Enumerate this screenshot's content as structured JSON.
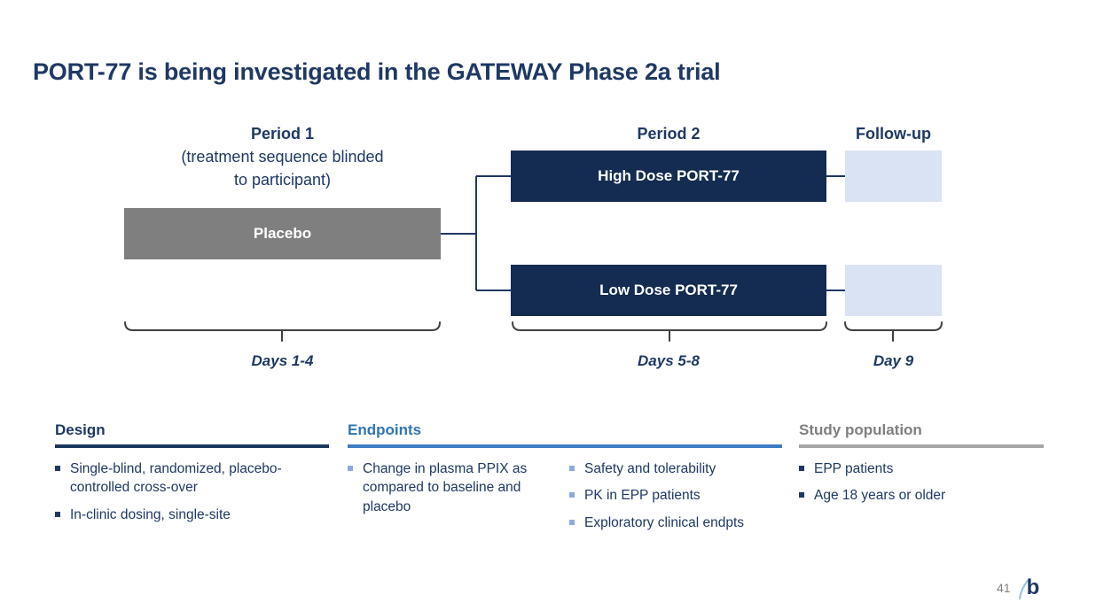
{
  "slide": {
    "title": "PORT-77 is being investigated in the GATEWAY Phase 2a trial",
    "page_number": "41",
    "logo_text": "b"
  },
  "diagram": {
    "period1": {
      "title": "Period 1",
      "subtitle_line1": "(treatment sequence blinded",
      "subtitle_line2": "to participant)"
    },
    "period2": {
      "title": "Period 2"
    },
    "followup": {
      "title": "Follow-up"
    },
    "boxes": {
      "placebo": "Placebo",
      "high_dose": "High Dose PORT-77",
      "low_dose": "Low Dose PORT-77"
    },
    "timeline": {
      "period1_days": "Days 1-4",
      "period2_days": "Days 5-8",
      "followup_day": "Day 9"
    }
  },
  "sections": {
    "design": {
      "title": "Design",
      "bullets": [
        "Single-blind, randomized, placebo-controlled cross-over",
        "In-clinic dosing, single-site"
      ]
    },
    "endpoints": {
      "title": "Endpoints",
      "col1_bullets": [
        "Change in plasma PPIX as compared to baseline and placebo"
      ],
      "col2_bullets": [
        "Safety and tolerability",
        "PK in EPP patients",
        "Exploratory clinical endpts"
      ]
    },
    "study_population": {
      "title": "Study population",
      "bullets": [
        "EPP patients",
        "Age 18 years or older"
      ]
    }
  },
  "colors": {
    "navy": "#1F3864",
    "box_navy": "#142B52",
    "gray_box": "#7F7F7F",
    "light_blue_box": "#DAE3F3",
    "blue_header": "#2E75B6",
    "blue_underline": "#3D7CC9",
    "light_blue_bullet": "#8FAADC",
    "dark_underline": "#17365D",
    "gray_header": "#7F7F7F",
    "gray_underline": "#A6A6A6",
    "bracket": "#404040",
    "page_gray": "#808080",
    "logo_swoosh": "#9DC3E6"
  }
}
